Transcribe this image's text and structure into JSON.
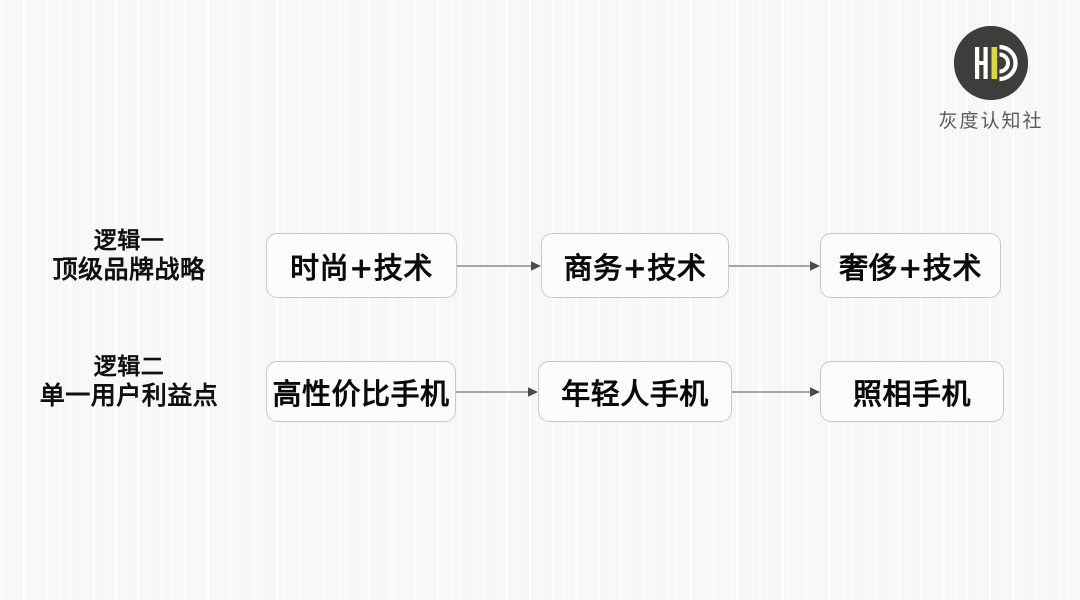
{
  "background_color": "#f8f8f8",
  "logo": {
    "name": "灰度认知社",
    "mark_icon": "hd-monogram-icon",
    "circle_color": "#3d3d3b",
    "bar_color": "#ffffff",
    "accent_color": "#d8d93a",
    "text_color": "#5b5b5b"
  },
  "diagram": {
    "node_fill": "#fcfcfc",
    "node_border": "#c9c9c9",
    "arrow_color": "#8a8a8a",
    "text_color": "#0a0a0a",
    "rows": [
      {
        "label_line1": "逻辑一",
        "label_line2": "顶级品牌战略",
        "nodes": [
          {
            "label": "时尚+技术"
          },
          {
            "label": "商务+技术"
          },
          {
            "label": "奢侈+技术"
          }
        ],
        "arrows": [
          {
            "icon": "arrow-right-icon"
          },
          {
            "icon": "arrow-right-icon"
          }
        ]
      },
      {
        "label_line1": "逻辑二",
        "label_line2": "单一用户利益点",
        "nodes": [
          {
            "label": "高性价比手机"
          },
          {
            "label": "年轻人手机"
          },
          {
            "label": "照相手机"
          }
        ],
        "arrows": [
          {
            "icon": "arrow-right-icon"
          },
          {
            "icon": "arrow-right-icon"
          }
        ]
      }
    ]
  }
}
